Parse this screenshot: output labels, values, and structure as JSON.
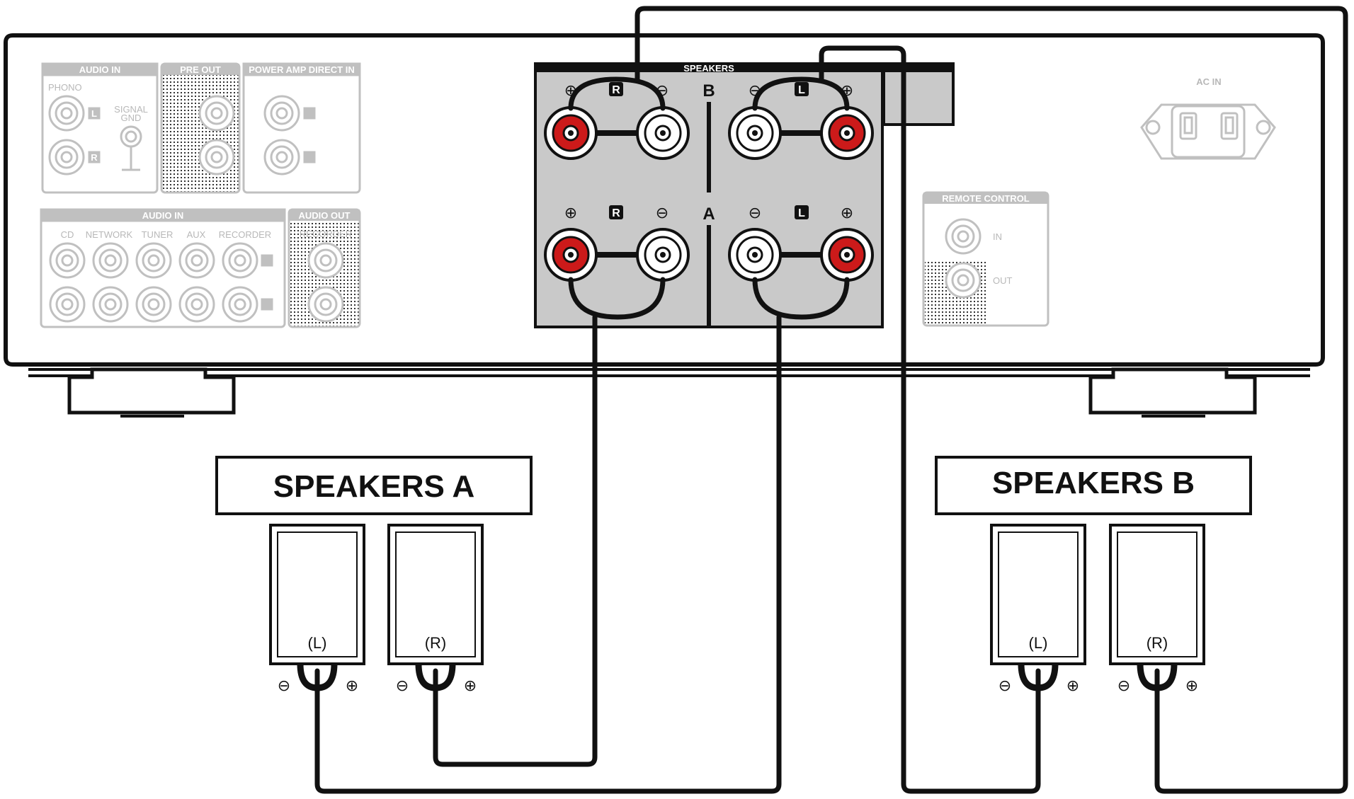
{
  "panel": {
    "audio_in_top": "AUDIO IN",
    "phono": "PHONO",
    "signal_gnd_1": "SIGNAL",
    "signal_gnd_2": "GND",
    "pre_out": "PRE OUT",
    "power_amp_direct_in": "POWER AMP DIRECT IN",
    "audio_in_bottom": "AUDIO IN",
    "inputs": [
      "CD",
      "NETWORK",
      "TUNER",
      "AUX",
      "RECORDER"
    ],
    "audio_out": "AUDIO OUT",
    "recorder": "RECORDER",
    "ch_l": "L",
    "ch_r": "R",
    "speakers_header": "SPEAKERS",
    "row_a": "A",
    "row_b": "B",
    "plus": "⊕",
    "minus": "⊖",
    "ac_in": "AC IN",
    "remote_control": "REMOTE CONTROL",
    "remote_in": "IN",
    "remote_out": "OUT"
  },
  "speaker_groups": [
    {
      "title": "SPEAKERS A",
      "speakers": [
        {
          "label": "(L)"
        },
        {
          "label": "(R)"
        }
      ]
    },
    {
      "title": "SPEAKERS B",
      "speakers": [
        {
          "label": "(L)"
        },
        {
          "label": "(R)"
        }
      ]
    }
  ],
  "colors": {
    "terminal_positive": "#cc1a1a",
    "terminal_panel": "#c9c9c9",
    "faded": "#c0c0c0",
    "line": "#111111"
  }
}
